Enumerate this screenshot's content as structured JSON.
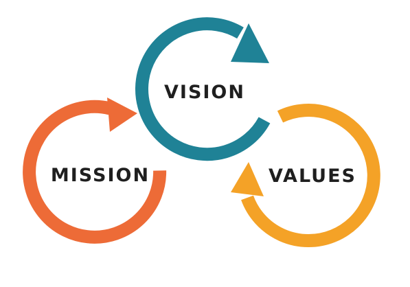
{
  "diagram": {
    "cycles": [
      {
        "id": "mission",
        "label": "MISSION",
        "color": "#ED6B37"
      },
      {
        "id": "vision",
        "label": "VISION",
        "color": "#1F8296"
      },
      {
        "id": "values",
        "label": "VALUES",
        "color": "#F4A227"
      }
    ]
  }
}
